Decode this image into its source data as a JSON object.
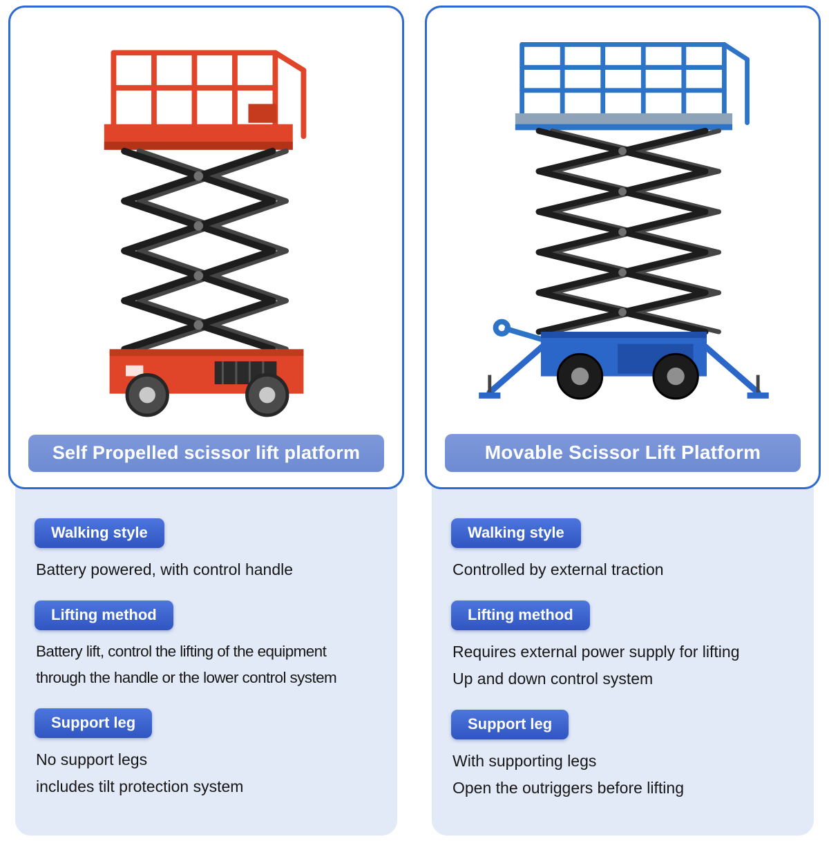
{
  "colors": {
    "card_border": "#2f6ad0",
    "title_banner": "#7490d6",
    "badge_blue": "#3b5fce",
    "panel_background": "#e2e9f7",
    "red_lift": "#e0452a",
    "blue_lift": "#2e74c6",
    "scissor_black": "#1d1d1d"
  },
  "columns": [
    {
      "id": "self-propelled",
      "image": "red-self-propelled-scissor-lift-photo",
      "title": "Self Propelled scissor lift platform",
      "specs": [
        {
          "label": "Walking style",
          "lines": [
            "Battery powered, with control handle"
          ]
        },
        {
          "label": "Lifting method",
          "lines": [
            "Battery lift, control the lifting of the equipment",
            "through the handle or the lower control system"
          ]
        },
        {
          "label": "Support leg",
          "lines": [
            "No support legs",
            "includes tilt protection system"
          ]
        }
      ]
    },
    {
      "id": "movable",
      "image": "blue-movable-scissor-lift-photo",
      "title": "Movable Scissor Lift Platform",
      "specs": [
        {
          "label": "Walking style",
          "lines": [
            "Controlled by external traction"
          ]
        },
        {
          "label": "Lifting method",
          "lines": [
            "Requires external power supply for lifting",
            "Up and down control system"
          ]
        },
        {
          "label": "Support leg",
          "lines": [
            "With supporting legs",
            "Open the outriggers before lifting"
          ]
        }
      ]
    }
  ]
}
